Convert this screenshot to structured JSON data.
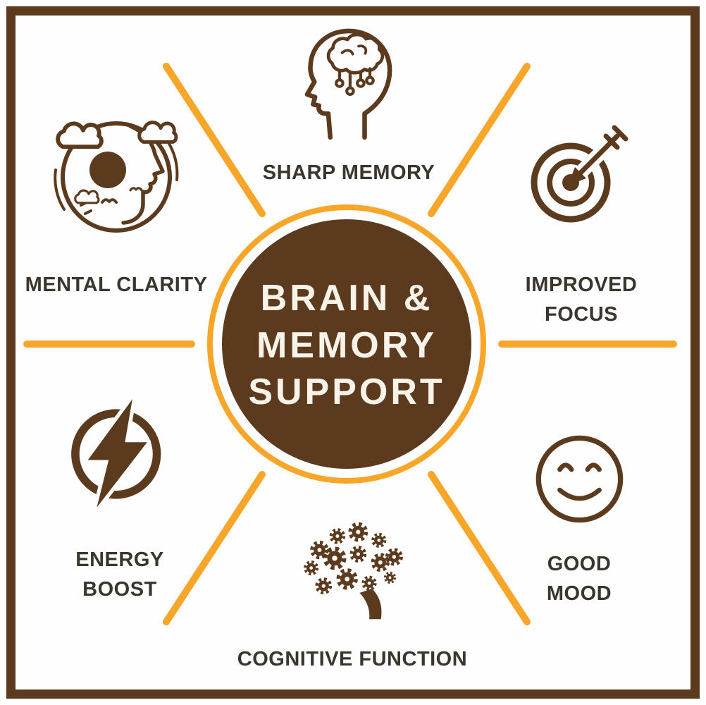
{
  "colors": {
    "brown": "#5c3a1e",
    "orange": "#f7a62a",
    "bg": "#fefefe",
    "label_text": "#3a352d",
    "center_text": "#f8f3e9"
  },
  "center": {
    "title": "BRAIN &\nMEMORY\nSUPPORT"
  },
  "benefits": {
    "sharp_memory": {
      "label": "SHARP MEMORY",
      "icon": "head-circuit-brain-icon"
    },
    "improved_focus": {
      "label": "IMPROVED\nFOCUS",
      "icon": "target-arrow-icon"
    },
    "good_mood": {
      "label": "GOOD\nMOOD",
      "icon": "smiley-face-icon"
    },
    "cognitive_function": {
      "label": "COGNITIVE FUNCTION",
      "icon": "brain-gears-icon"
    },
    "energy_boost": {
      "label": "ENERGY\nBOOST",
      "icon": "lightning-bolt-icon"
    },
    "mental_clarity": {
      "label": "MENTAL CLARITY",
      "icon": "head-clouds-icon"
    }
  }
}
